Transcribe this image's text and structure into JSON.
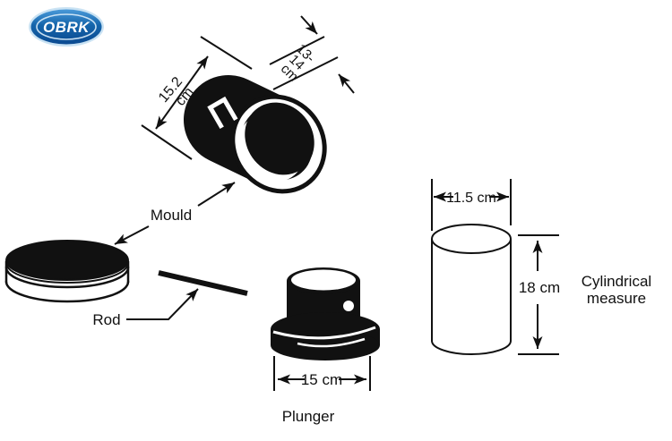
{
  "logo": {
    "text": "OBRK"
  },
  "apparatus": {
    "mould": {
      "label": "Mould",
      "diameter_dim": [
        "15.2",
        "cm"
      ],
      "depth_dim": [
        "13-",
        "14",
        "cm"
      ]
    },
    "rod": {
      "label": "Rod"
    },
    "plunger": {
      "label": "Plunger",
      "width_dim": "15 cm"
    },
    "cylindrical_measure": {
      "label": [
        "Cylindrical",
        "measure"
      ],
      "diameter_dim": "11.5 cm",
      "height_dim": "18 cm"
    }
  },
  "colors": {
    "ink": "#111111",
    "background": "#ffffff",
    "logo_outer_rim": "#c9e2f3",
    "logo_blue_top": "#4a9ad9",
    "logo_blue_bottom": "#0b4a91",
    "logo_text": "#ffffff"
  }
}
